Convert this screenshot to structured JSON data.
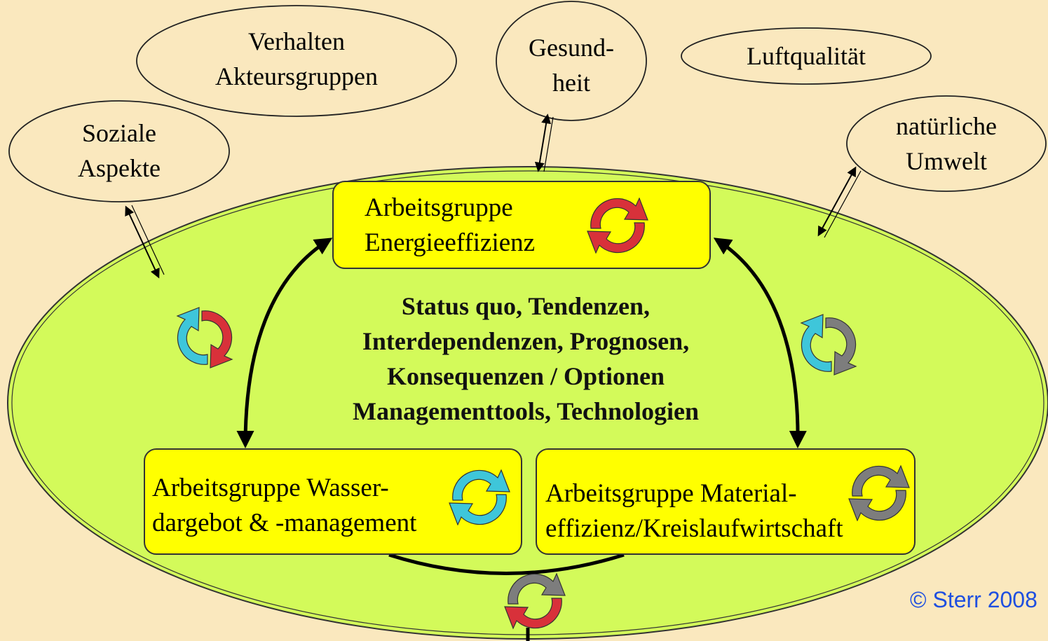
{
  "colors": {
    "background": "#FAE8BE",
    "main_ellipse_fill": "#D3FA5A",
    "box_fill": "#FFFF00",
    "copyright_text": "#1E4FE0",
    "cycle_red": "#D8313A",
    "cycle_cyan": "#3EC6DA",
    "cycle_grey": "#7D7D7D"
  },
  "satellites": [
    {
      "id": "soziale-aspekte",
      "lines": [
        "Soziale",
        "Aspekte"
      ]
    },
    {
      "id": "verhalten-akteursgruppen",
      "lines": [
        "Verhalten",
        "Akteursgruppen"
      ]
    },
    {
      "id": "gesundheit",
      "lines": [
        "Gesund-",
        "heit"
      ]
    },
    {
      "id": "luftqualitaet",
      "lines": [
        "Luftqualität"
      ]
    },
    {
      "id": "natuerliche-umwelt",
      "lines": [
        "natürliche",
        "Umwelt"
      ]
    }
  ],
  "boxes": {
    "energie": {
      "lines": [
        "Arbeitsgruppe",
        "Energieeffizienz"
      ],
      "cycle_icon": "red-cycle-icon"
    },
    "wasser": {
      "lines": [
        "Arbeitsgruppe Wasser-",
        "dargebot & -management"
      ],
      "cycle_icon": "cyan-cycle-icon"
    },
    "material": {
      "lines": [
        "Arbeitsgruppe Material-",
        "effizienz/Kreislaufwirtschaft"
      ],
      "cycle_icon": "grey-cycle-icon"
    }
  },
  "center_text": [
    "Status quo, Tendenzen,",
    "Interdependenzen, Prognosen,",
    "Konsequenzen / Optionen",
    "Managementtools, Technologien"
  ],
  "copyright": "© Sterr 2008"
}
